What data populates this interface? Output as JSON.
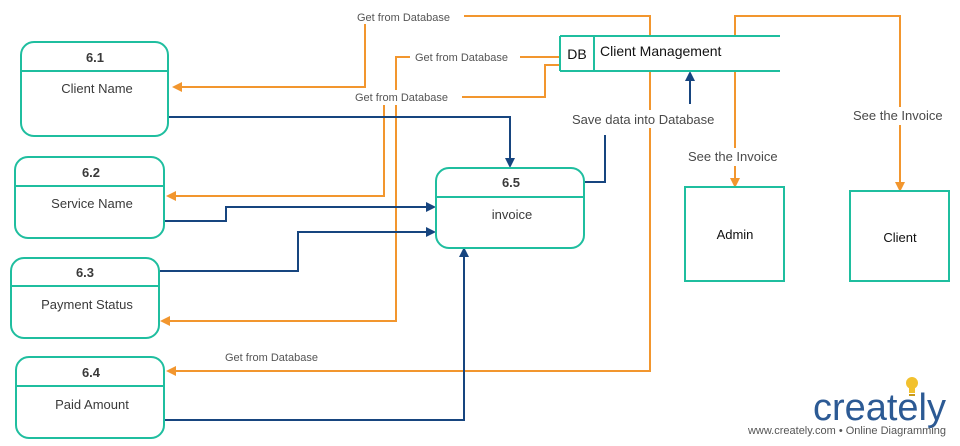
{
  "processes": [
    {
      "id": "6.1",
      "name": "Client Name"
    },
    {
      "id": "6.2",
      "name": "Service Name"
    },
    {
      "id": "6.3",
      "name": "Payment Status"
    },
    {
      "id": "6.4",
      "name": "Paid Amount"
    },
    {
      "id": "6.5",
      "name": "invoice"
    }
  ],
  "datastore": {
    "code": "DB",
    "name": "Client Management"
  },
  "entities": {
    "admin": "Admin",
    "client": "Client"
  },
  "flow_labels": {
    "get_db_1": "Get from Database",
    "get_db_2": "Get from Database",
    "get_db_3": "Get from Database",
    "get_db_4": "Get from Database",
    "save_db": "Save data into Database",
    "see_invoice_admin": "See the Invoice",
    "see_invoice_client": "See the Invoice"
  },
  "colors": {
    "read_flow": "#f2962e",
    "write_flow": "#17457f",
    "process_border": "#1fbe9f",
    "entity_border": "#1fbe9f"
  },
  "branding": {
    "logo": "creately",
    "tagline": "www.creately.com • Online Diagramming",
    "logo_icon": "lightbulb-icon"
  }
}
